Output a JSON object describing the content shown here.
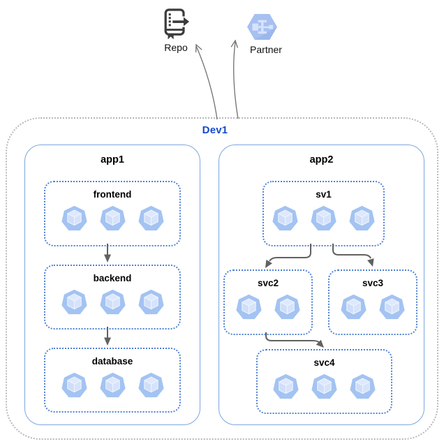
{
  "diagram": {
    "external_nodes": [
      {
        "id": "repo",
        "label": "Repo",
        "icon": "source-repository-icon"
      },
      {
        "id": "partner",
        "label": "Partner",
        "icon": "partner-interconnect-icon"
      }
    ],
    "cluster": {
      "label": "Dev1",
      "apps": [
        {
          "label": "app1",
          "services": [
            {
              "label": "frontend",
              "pod_count": 3
            },
            {
              "label": "backend",
              "pod_count": 3
            },
            {
              "label": "database",
              "pod_count": 3
            }
          ]
        },
        {
          "label": "app2",
          "services": [
            {
              "label": "sv1",
              "pod_count": 3
            },
            {
              "label": "svc2",
              "pod_count": 2
            },
            {
              "label": "svc3",
              "pod_count": 2
            },
            {
              "label": "svc4",
              "pod_count": 3
            }
          ]
        }
      ],
      "connections": [
        {
          "from": "frontend",
          "to": "backend"
        },
        {
          "from": "backend",
          "to": "database"
        },
        {
          "from": "sv1",
          "to": "svc2"
        },
        {
          "from": "sv1",
          "to": "svc3"
        },
        {
          "from": "svc2",
          "to": "svc4"
        },
        {
          "from": "Dev1",
          "to": "Repo"
        },
        {
          "from": "Dev1",
          "to": "Partner"
        }
      ],
      "colors": {
        "cluster_label": "#1548d1",
        "cluster_border": "#b8b8b8",
        "app_border": "#7ea6e0",
        "service_border": "#4f81d4",
        "pod_heptagon": "#a3c3f2",
        "pod_cube": "#d6e3fb",
        "arrow": "#616161",
        "repo_icon": "#3c3c3c",
        "partner_hexagon": "#a6c0f1"
      }
    }
  }
}
